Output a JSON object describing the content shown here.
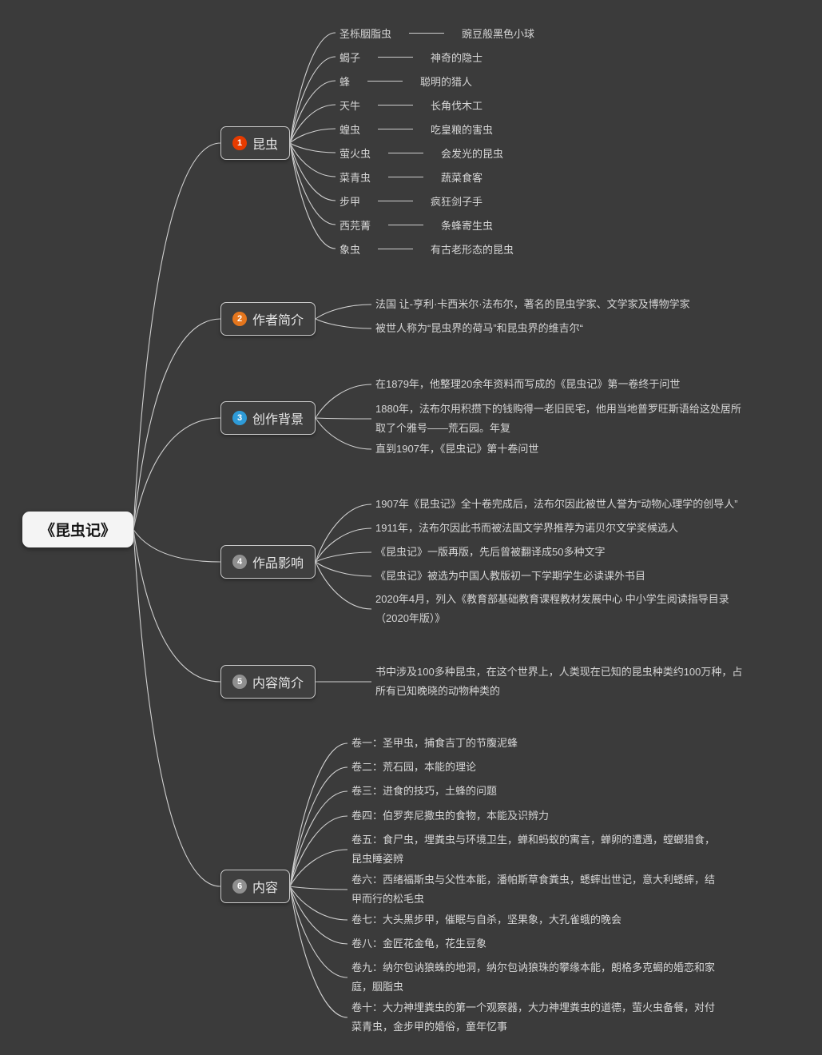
{
  "root": {
    "label": "《昆虫记》"
  },
  "colors": {
    "background": "#3b3b3b",
    "line": "#d8d8d8",
    "root_bg": "#f4f4f4",
    "badge_red": "#e63b00",
    "badge_orange": "#e5761d",
    "badge_blue": "#2e9bd8",
    "badge_gray": "#909090"
  },
  "branches": [
    {
      "number": "1",
      "label": "昆虫",
      "badge_color": "#e63b00",
      "children": [
        {
          "name": "圣栎胭脂虫",
          "desc": "豌豆般黑色小球"
        },
        {
          "name": "蝎子",
          "desc": "神奇的隐士"
        },
        {
          "name": "蜂",
          "desc": "聪明的猎人"
        },
        {
          "name": "天牛",
          "desc": "长角伐木工"
        },
        {
          "name": "蝗虫",
          "desc": "吃皇粮的害虫"
        },
        {
          "name": "萤火虫",
          "desc": "会发光的昆虫"
        },
        {
          "name": "菜青虫",
          "desc": "蔬菜食客"
        },
        {
          "name": "步甲",
          "desc": "疯狂剑子手"
        },
        {
          "name": "西芫菁",
          "desc": "条蜂寄生虫"
        },
        {
          "name": "象虫",
          "desc": "有古老形态的昆虫"
        }
      ]
    },
    {
      "number": "2",
      "label": "作者简介",
      "badge_color": "#e5761d",
      "children": [
        {
          "text": "法国 让-亨利·卡西米尔·法布尔，著名的昆虫学家、文学家及博物学家"
        },
        {
          "text": "被世人称为“昆虫界的荷马”和昆虫界的维吉尔“"
        }
      ]
    },
    {
      "number": "3",
      "label": "创作背景",
      "badge_color": "#2e9bd8",
      "children": [
        {
          "text": "在1879年，他整理20余年资料而写成的《昆虫记》第一卷终于问世"
        },
        {
          "text": "1880年，法布尔用积攒下的钱购得一老旧民宅，他用当地普罗旺斯语给这处居所取了个雅号——荒石园。年复"
        },
        {
          "text": "直到1907年，《昆虫记》第十卷问世"
        }
      ]
    },
    {
      "number": "4",
      "label": "作品影响",
      "badge_color": "#909090",
      "children": [
        {
          "text": "1907年《昆虫记》全十卷完成后，法布尔因此被世人誉为“动物心理学的创导人”"
        },
        {
          "text": "1911年，法布尔因此书而被法国文学界推荐为诺贝尔文学奖候选人"
        },
        {
          "text": "《昆虫记》一版再版，先后曾被翻译成50多种文字"
        },
        {
          "text": "《昆虫记》被选为中国人教版初一下学期学生必读课外书目"
        },
        {
          "text": "2020年4月，列入《教育部基础教育课程教材发展中心 中小学生阅读指导目录（2020年版）》"
        }
      ]
    },
    {
      "number": "5",
      "label": "内容简介",
      "badge_color": "#909090",
      "children": [
        {
          "text": "书中涉及100多种昆虫，在这个世界上，人类现在已知的昆虫种类约100万种，占所有已知晚晓的动物种类的"
        }
      ]
    },
    {
      "number": "6",
      "label": "内容",
      "badge_color": "#909090",
      "children": [
        {
          "text": "卷一：圣甲虫，捕食吉丁的节腹泥蜂"
        },
        {
          "text": "卷二：荒石园，本能的理论"
        },
        {
          "text": "卷三：进食的技巧，土蜂的问题"
        },
        {
          "text": "卷四：伯罗奔尼撒虫的食物，本能及识辨力"
        },
        {
          "text": "卷五：食尸虫，埋粪虫与环境卫生，蝉和蚂蚁的寓言，蝉卵的遭遇，螳螂猎食，昆虫睡姿辨"
        },
        {
          "text": "卷六：西绪福斯虫与父性本能，潘帕斯草食粪虫，蟋蟀出世记，意大利蟋蟀，结甲而行的松毛虫"
        },
        {
          "text": "卷七：大头黑步甲，催眠与自杀，坚果象，大孔雀蛾的晚会"
        },
        {
          "text": "卷八：金匠花金龟，花生豆象"
        },
        {
          "text": "卷九：纳尔包讷狼蛛的地洞，纳尔包讷狼珠的攀缘本能，朗格多克蝎的婚恋和家庭，胭脂虫"
        },
        {
          "text": "卷十：大力神埋粪虫的第一个观察器，大力神埋粪虫的道德，萤火虫备餐，对付菜青虫，金步甲的婚俗，童年忆事"
        }
      ]
    }
  ]
}
